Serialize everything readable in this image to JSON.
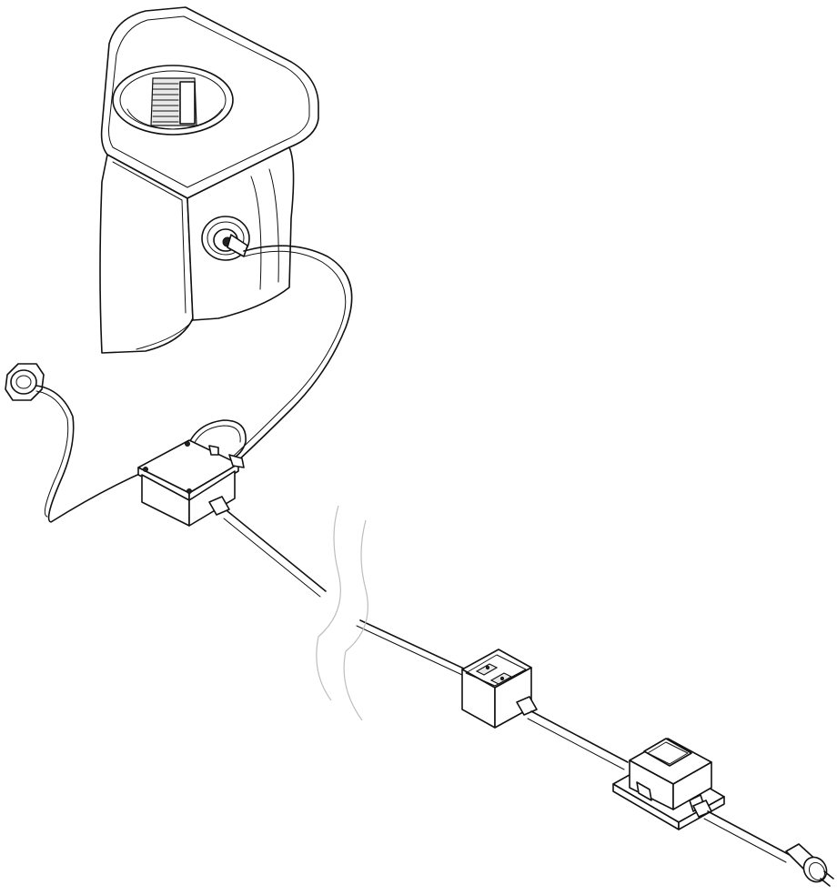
{
  "diagram": {
    "components": [
      {
        "name": "mounting-bracket-housing",
        "icon": "bracket-icon"
      },
      {
        "name": "cable-gland-port",
        "icon": "gland-icon"
      },
      {
        "name": "sensor-button-with-cable",
        "icon": "button-icon"
      },
      {
        "name": "junction-box",
        "icon": "box-icon"
      },
      {
        "name": "switch-unit",
        "icon": "switch-icon"
      },
      {
        "name": "transformer",
        "icon": "transformer-icon"
      },
      {
        "name": "mains-plug",
        "icon": "plug-icon"
      }
    ],
    "colors": {
      "line": "#111111",
      "break_mark": "#bdbdbd",
      "background": "#ffffff"
    }
  }
}
